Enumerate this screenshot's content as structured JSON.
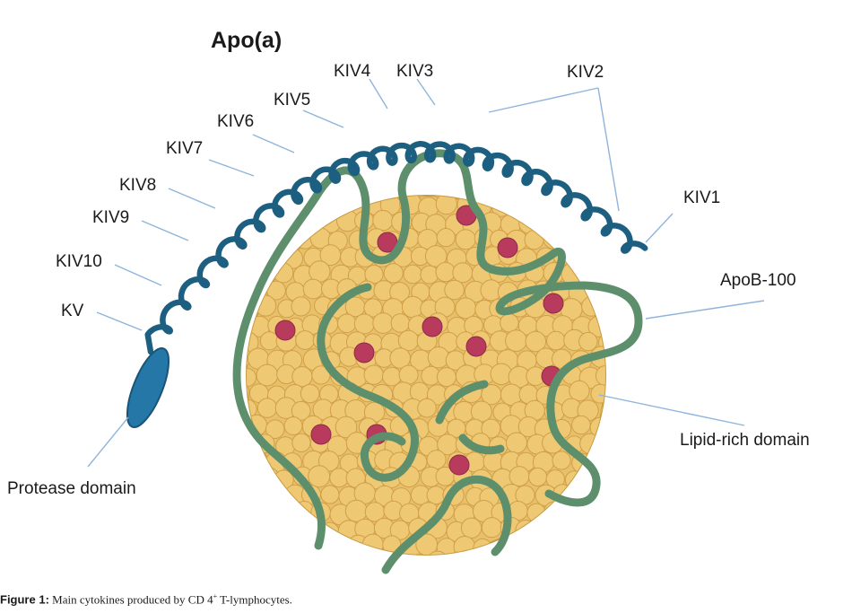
{
  "diagram": {
    "title": "Apo(a)",
    "kringle_labels": [
      "KIV1",
      "KIV2",
      "KIV3",
      "KIV4",
      "KIV5",
      "KIV6",
      "KIV7",
      "KIV8",
      "KIV9",
      "KIV10",
      "KV"
    ],
    "domain_labels": {
      "protease": "Protease domain",
      "apob": "ApoB-100",
      "lipid": "Lipid-rich domain"
    },
    "colors": {
      "apoa_chain": "#1d5f80",
      "protease_domain": "#2477a6",
      "lipid_particle": "#e9c06a",
      "lipid_outline": "#c99a42",
      "apob_strand": "#5e8f6c",
      "embedded_protein": "#b83b5e",
      "leader_lines": "#8fb4dc"
    },
    "icons": [
      "coiled-chain-icon",
      "ellipse-domain-icon",
      "lipid-sphere-icon"
    ]
  },
  "caption": {
    "label": "Figure 1:",
    "text_main": " Main cytokines produced by CD 4",
    "superscript": "+",
    "text_end": " T-lymphocytes."
  }
}
